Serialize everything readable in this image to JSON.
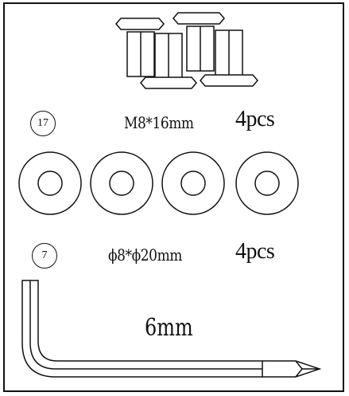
{
  "parts": [
    {
      "index": "17",
      "spec": "M8*16mm",
      "quantity": "4pcs",
      "item_type": "bolt"
    },
    {
      "index": "7",
      "spec": "ϕ8*ϕ20mm",
      "quantity": "4pcs",
      "item_type": "washer"
    }
  ],
  "tool": {
    "label": "6mm",
    "item_type": "hex-key"
  }
}
